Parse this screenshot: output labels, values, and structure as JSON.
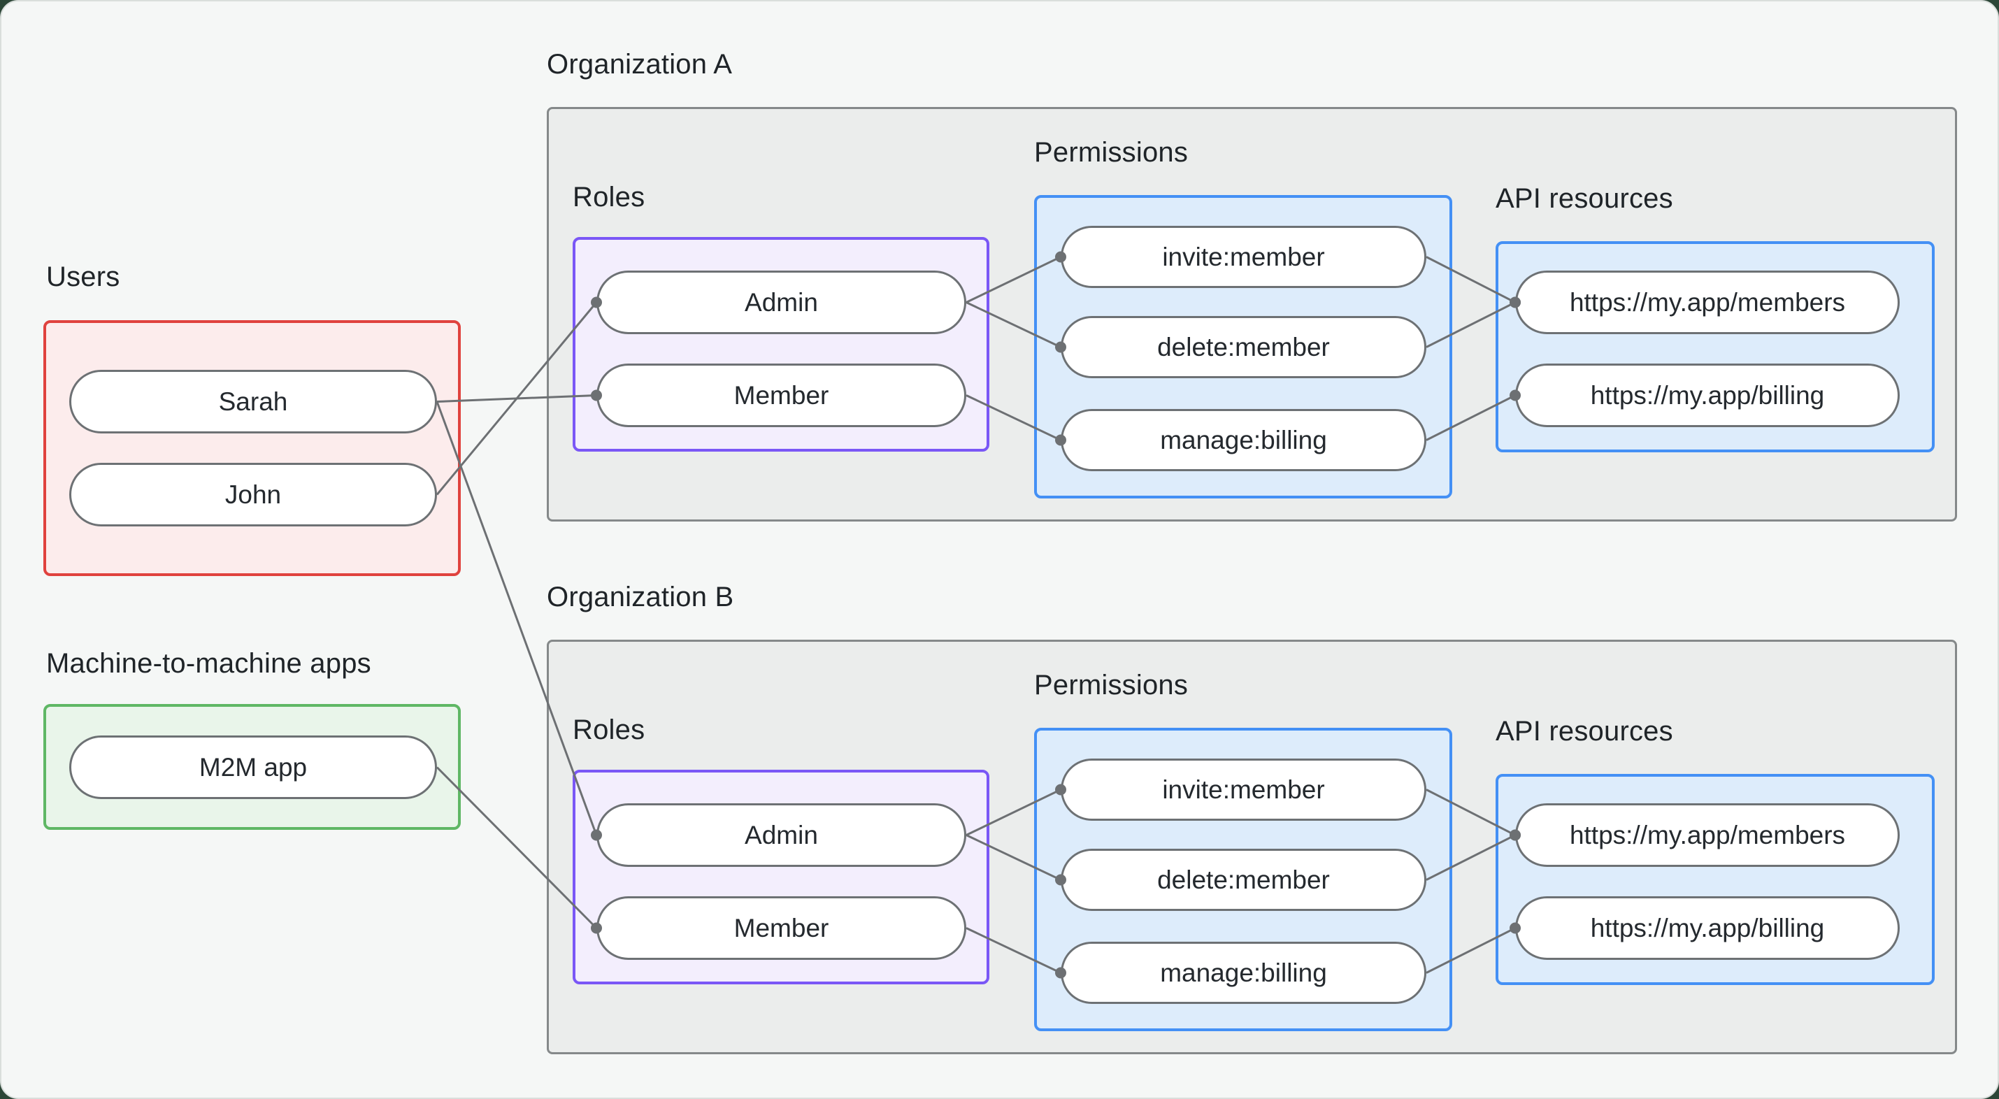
{
  "page": {
    "background": "#f5f7f6",
    "outside_color": "#2c4637",
    "edge_color": "#6d7073"
  },
  "groups": {
    "users": {
      "label": "Users",
      "border_color": "#e0423e",
      "fill_color": "#fcecec",
      "items": [
        {
          "id": "sarah",
          "label": "Sarah"
        },
        {
          "id": "john",
          "label": "John"
        }
      ]
    },
    "m2m": {
      "label": "Machine-to-machine apps",
      "border_color": "#5fb765",
      "fill_color": "#e9f5ea",
      "items": [
        {
          "id": "m2m-app",
          "label": "M2M app"
        }
      ]
    }
  },
  "orgs": {
    "a": {
      "label": "Organization A",
      "roles": {
        "label": "Roles",
        "border_color": "#7a57f6",
        "items": [
          {
            "id": "a-admin",
            "label": "Admin"
          },
          {
            "id": "a-member",
            "label": "Member"
          }
        ]
      },
      "permissions": {
        "label": "Permissions",
        "border_color": "#4490f5",
        "items": [
          {
            "id": "a-invite",
            "label": "invite:member"
          },
          {
            "id": "a-delete",
            "label": "delete:member"
          },
          {
            "id": "a-manage",
            "label": "manage:billing"
          }
        ]
      },
      "api": {
        "label": "API resources",
        "border_color": "#4490f5",
        "items": [
          {
            "id": "a-members",
            "label": "https://my.app/members"
          },
          {
            "id": "a-billing",
            "label": "https://my.app/billing"
          }
        ]
      }
    },
    "b": {
      "label": "Organization B",
      "roles": {
        "label": "Roles",
        "border_color": "#7a57f6",
        "items": [
          {
            "id": "b-admin",
            "label": "Admin"
          },
          {
            "id": "b-member",
            "label": "Member"
          }
        ]
      },
      "permissions": {
        "label": "Permissions",
        "border_color": "#4490f5",
        "items": [
          {
            "id": "b-invite",
            "label": "invite:member"
          },
          {
            "id": "b-delete",
            "label": "delete:member"
          },
          {
            "id": "b-manage",
            "label": "manage:billing"
          }
        ]
      },
      "api": {
        "label": "API resources",
        "border_color": "#4490f5",
        "items": [
          {
            "id": "b-members",
            "label": "https://my.app/members"
          },
          {
            "id": "b-billing",
            "label": "https://my.app/billing"
          }
        ]
      }
    }
  },
  "edges": [
    {
      "from": "john",
      "to": "a-admin"
    },
    {
      "from": "sarah",
      "to": "a-member"
    },
    {
      "from": "sarah",
      "to": "b-admin"
    },
    {
      "from": "m2m-app",
      "to": "b-member"
    },
    {
      "from": "a-admin",
      "to": "a-invite"
    },
    {
      "from": "a-admin",
      "to": "a-delete"
    },
    {
      "from": "a-member",
      "to": "a-manage"
    },
    {
      "from": "a-invite",
      "to": "a-members"
    },
    {
      "from": "a-delete",
      "to": "a-members"
    },
    {
      "from": "a-manage",
      "to": "a-billing"
    },
    {
      "from": "b-admin",
      "to": "b-invite"
    },
    {
      "from": "b-admin",
      "to": "b-delete"
    },
    {
      "from": "b-member",
      "to": "b-manage"
    },
    {
      "from": "b-invite",
      "to": "b-members"
    },
    {
      "from": "b-delete",
      "to": "b-members"
    },
    {
      "from": "b-manage",
      "to": "b-billing"
    }
  ]
}
